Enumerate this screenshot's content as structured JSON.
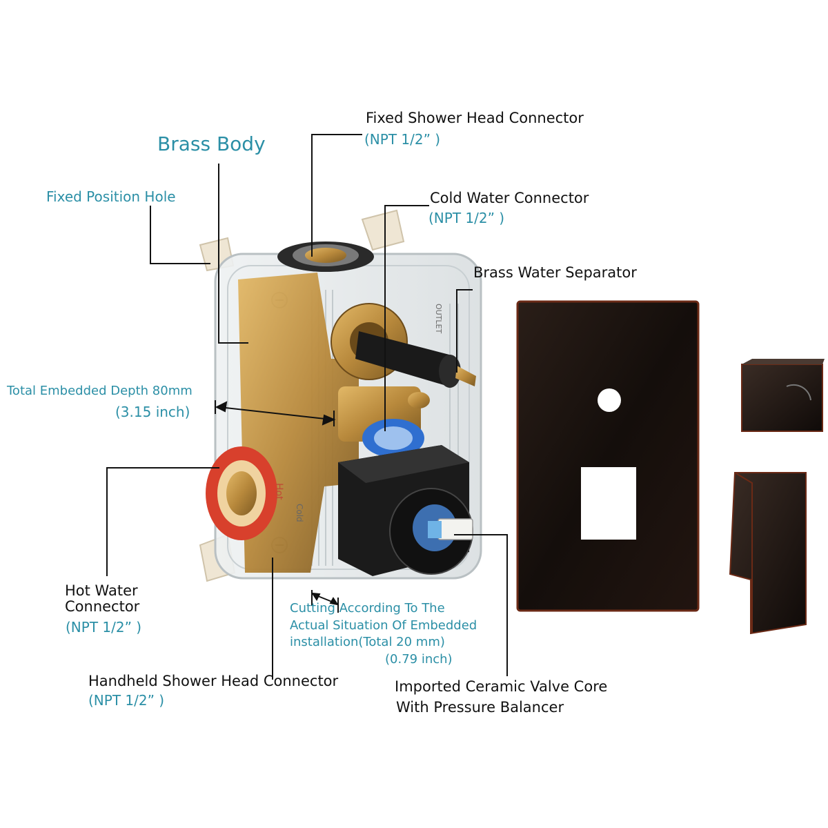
{
  "labels": {
    "brass_body": "Brass Body",
    "fixed_position_hole": "Fixed Position Hole",
    "fixed_shower_title": "Fixed Shower Head Connector",
    "fixed_shower_spec": "(NPT 1/2” )",
    "cold_title": "Cold Water Connector",
    "cold_spec": "(NPT 1/2” )",
    "separator": "Brass Water Separator",
    "depth_title": "Total Embedded Depth 80mm",
    "depth_inch": "(3.15 inch)",
    "hot_line1": "Hot Water",
    "hot_line2": "Connector",
    "hot_spec": "(NPT 1/2” )",
    "cutting_line1": "Cutting According To The",
    "cutting_line2": "Actual Situation Of Embedded",
    "cutting_line3": "installation(Total 20 mm)",
    "cutting_line4": "(0.79 inch)",
    "handheld_title": "Handheld Shower Head Connector",
    "handheld_spec": "(NPT 1/2” )",
    "valve_line1": "Imported Ceramic Valve Core",
    "valve_line2": "With Pressure Balancer"
  },
  "body_markings": {
    "hot": "Hot",
    "cold": "Cold",
    "outlet": "OUTLET"
  },
  "colors": {
    "teal_text": "#2b8fa6",
    "dark_text": "#111111",
    "trim_plate": "#1c1410",
    "trim_edge": "#6b2a16",
    "brass": "#b8893c",
    "hot_ring": "#d8402c",
    "cold_ring": "#2f6fd0"
  },
  "icons": {
    "trim_plate": "escutcheon-plate",
    "handle": "lever-handle",
    "knob": "square-knob"
  }
}
